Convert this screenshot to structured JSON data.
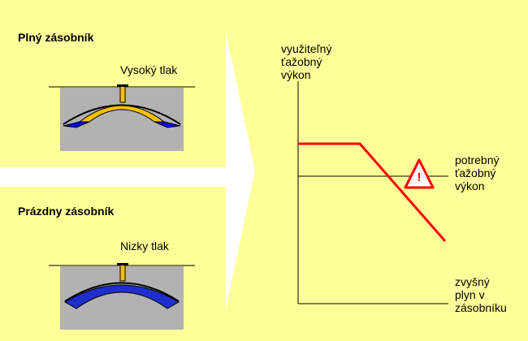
{
  "full_panel": {
    "title": "Plný zásobník",
    "pressure_label": "Vysoký tlak",
    "gas_color": "#ffc000"
  },
  "empty_panel": {
    "title": "Prázdny zásobník",
    "pressure_label": "Nizky tlak",
    "gas_color": "#1f2fcc"
  },
  "graph": {
    "y_axis_label_lines": [
      "využiteľný",
      "ťažobný",
      "výkon"
    ],
    "required_label_lines": [
      "potrebný",
      "ťažobný",
      "výkon"
    ],
    "x_axis_label_lines": [
      "zvyšný",
      "plyn v",
      "zásobníku"
    ],
    "warning_icon": "warning-triangle-icon",
    "warning_symbol": "!",
    "curve_color": "#ff0000"
  },
  "colors": {
    "panel_background": "#ffff99",
    "rock": "#b2b2b2",
    "water": "#0000ff"
  }
}
